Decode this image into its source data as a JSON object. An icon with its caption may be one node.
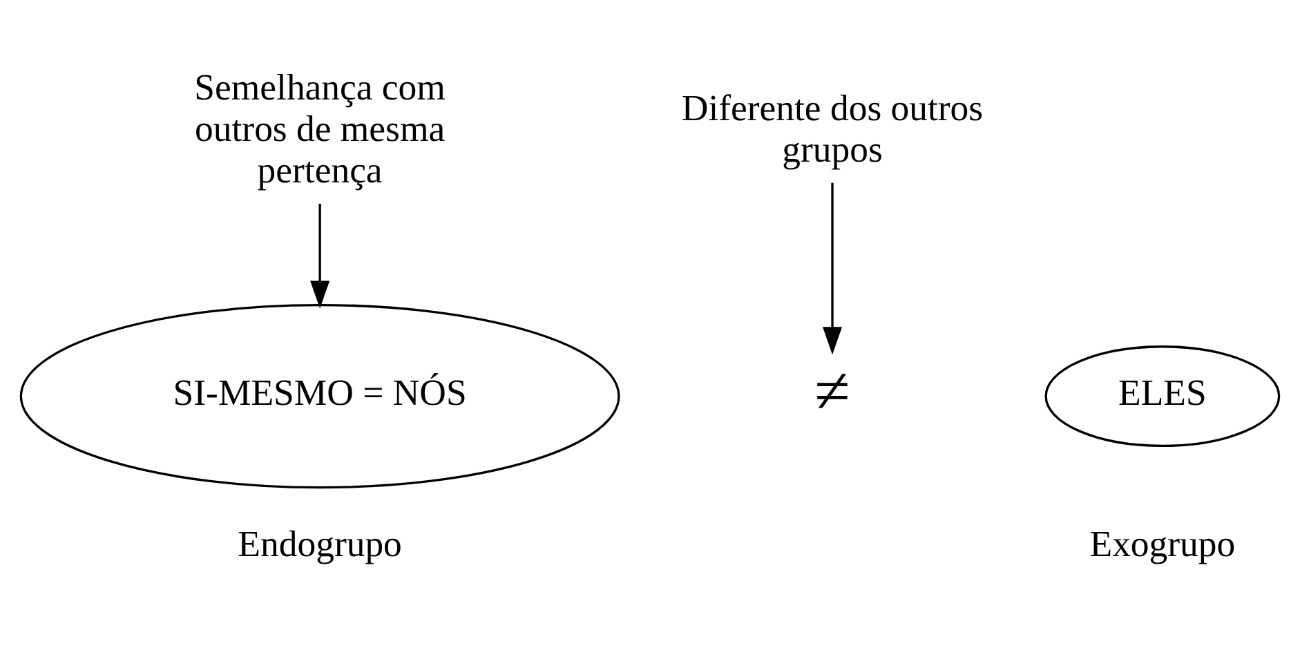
{
  "diagram": {
    "nodes": [
      {
        "text": [
          "Semelhança com outros de mesma pertença"
        ]
      },
      {
        "text": [
          "SI-MESMO = NÓS"
        ],
        "beside": [
          "Endogrupo"
        ]
      },
      {
        "text": [
          "Diferente dos outros grupos"
        ]
      },
      {
        "text": [
          "≠"
        ]
      },
      {
        "text": [
          "ELES"
        ],
        "beside": [
          "Exogrupo"
        ]
      }
    ],
    "edges": [
      {
        "from": 0,
        "to": 1,
        "arrow": "to"
      },
      {
        "from": 2,
        "to": 3,
        "arrow": "to"
      }
    ]
  }
}
